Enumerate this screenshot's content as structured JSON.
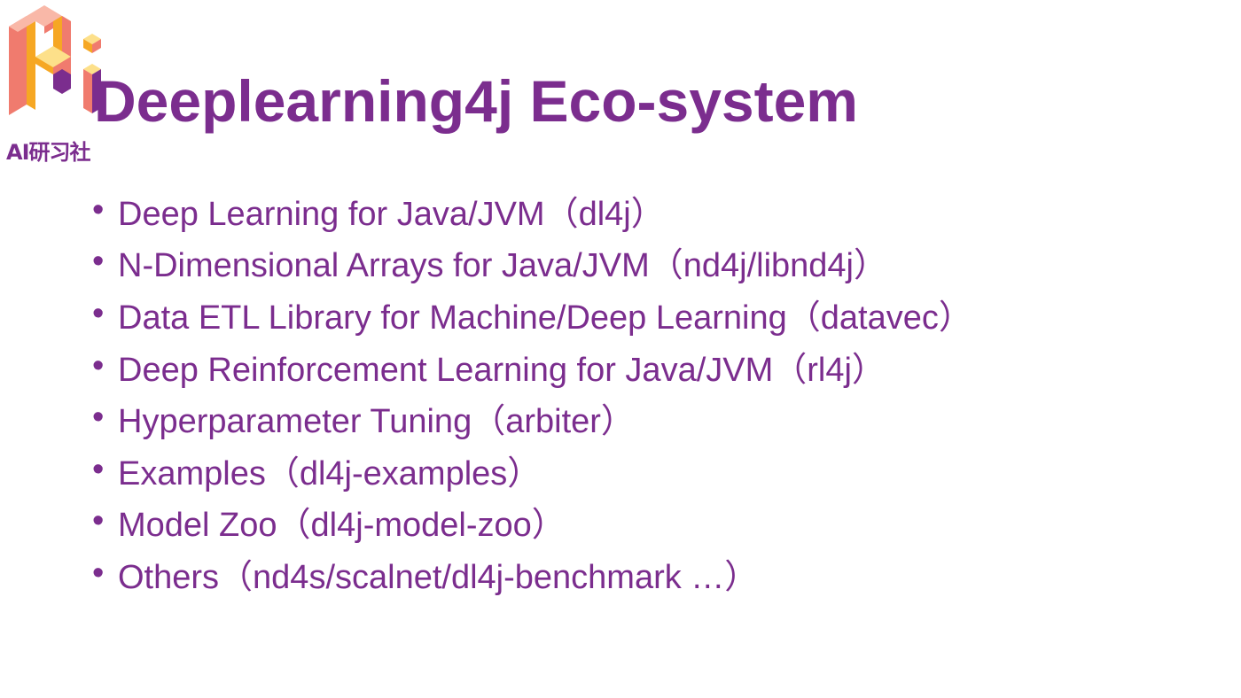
{
  "logo": {
    "text": "AI研习社",
    "colors": {
      "orange": "#f6a723",
      "pink": "#f07b6e",
      "purple": "#7b2d8e",
      "lightpink": "#f9b8a8",
      "yellow": "#fde08a"
    }
  },
  "slide": {
    "title": "Deeplearning4j Eco-system",
    "bullet_char": "•",
    "items": [
      "Deep Learning for Java/JVM（dl4j）",
      "N-Dimensional Arrays for Java/JVM（nd4j/libnd4j）",
      "Data ETL Library for Machine/Deep Learning（datavec）",
      "Deep Reinforcement Learning for Java/JVM（rl4j）",
      "Hyperparameter Tuning（arbiter）",
      "Examples（dl4j-examples）",
      "Model Zoo（dl4j-model-zoo）",
      "Others（nd4s/scalnet/dl4j-benchmark …）"
    ]
  },
  "colors": {
    "text": "#7b2d8e",
    "background": "#ffffff"
  }
}
